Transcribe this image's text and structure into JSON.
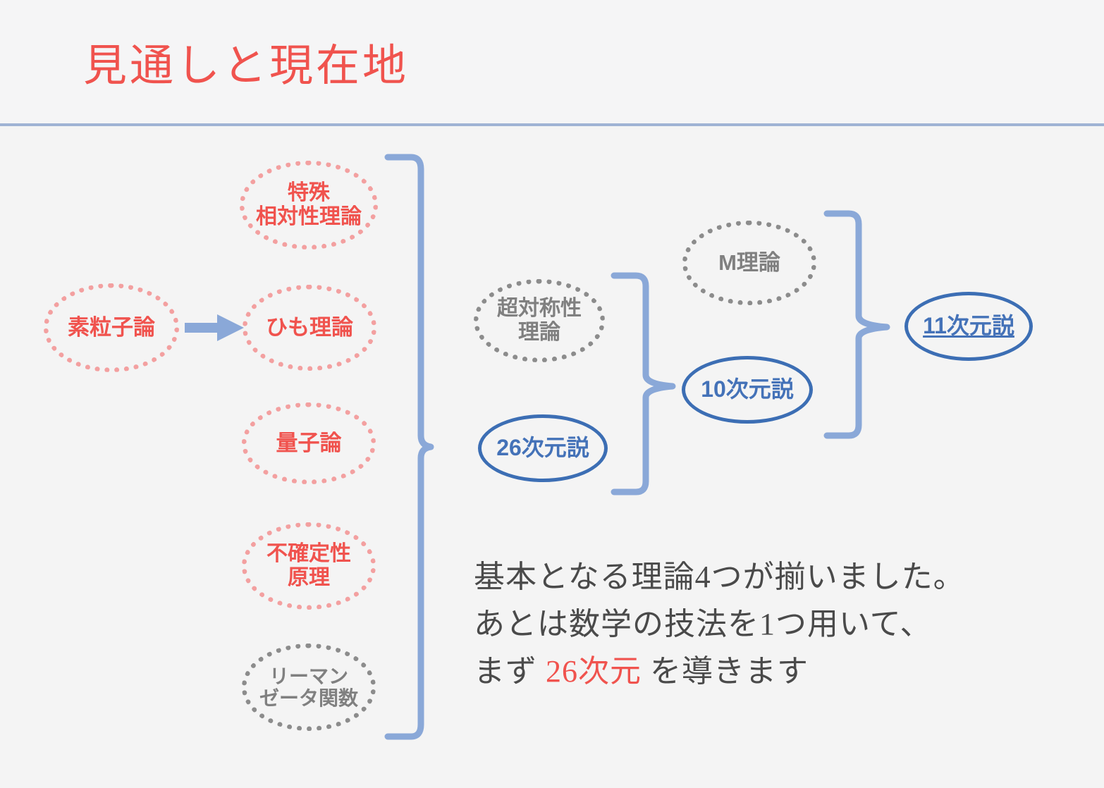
{
  "slide": {
    "title": "見通しと現在地",
    "background_color": "#f4f4f4",
    "accent_color": "#f0534e",
    "rule_color": "#9fb3d4",
    "blue_color": "#3c6eb4",
    "gray_color": "#808080"
  },
  "nodes": {
    "particle_theory": {
      "label": "素粒子論",
      "style": "red-dotted"
    },
    "special_relativity": {
      "label": "特殊\n相対性理論",
      "style": "red-dotted"
    },
    "string_theory": {
      "label": "ひも理論",
      "style": "red-dotted"
    },
    "quantum_theory": {
      "label": "量子論",
      "style": "red-dotted"
    },
    "uncertainty_principle": {
      "label": "不確定性\n原理",
      "style": "red-dotted"
    },
    "riemann_zeta": {
      "label": "リーマン\nゼータ関数",
      "style": "gray-dotted"
    },
    "supersymmetry": {
      "label": "超対称性\n理論",
      "style": "gray-dashed"
    },
    "m_theory": {
      "label": "M理論",
      "style": "gray-dashed"
    },
    "dim26": {
      "label": "26次元説",
      "style": "blue-solid"
    },
    "dim10": {
      "label": "10次元説",
      "style": "blue-solid"
    },
    "dim11": {
      "label": "11次元説",
      "style": "blue-solid-underlined"
    }
  },
  "connectors": {
    "arrow_particle_to_string": "素粒子論 → ひも理論",
    "brace_left": "4理論 + リーマンゼータ関数 → 26次元説",
    "brace_middle": "超対称性理論 + 26次元説 → 10次元説",
    "brace_right": "M理論 + 10次元説 → 11次元説"
  },
  "caption": {
    "line1": "基本となる理論4つが揃いました。",
    "line2": "あとは数学の技法を1つ用いて、",
    "line3_prefix": "まず ",
    "line3_highlight": "26次元",
    "line3_suffix": " を導きます"
  }
}
